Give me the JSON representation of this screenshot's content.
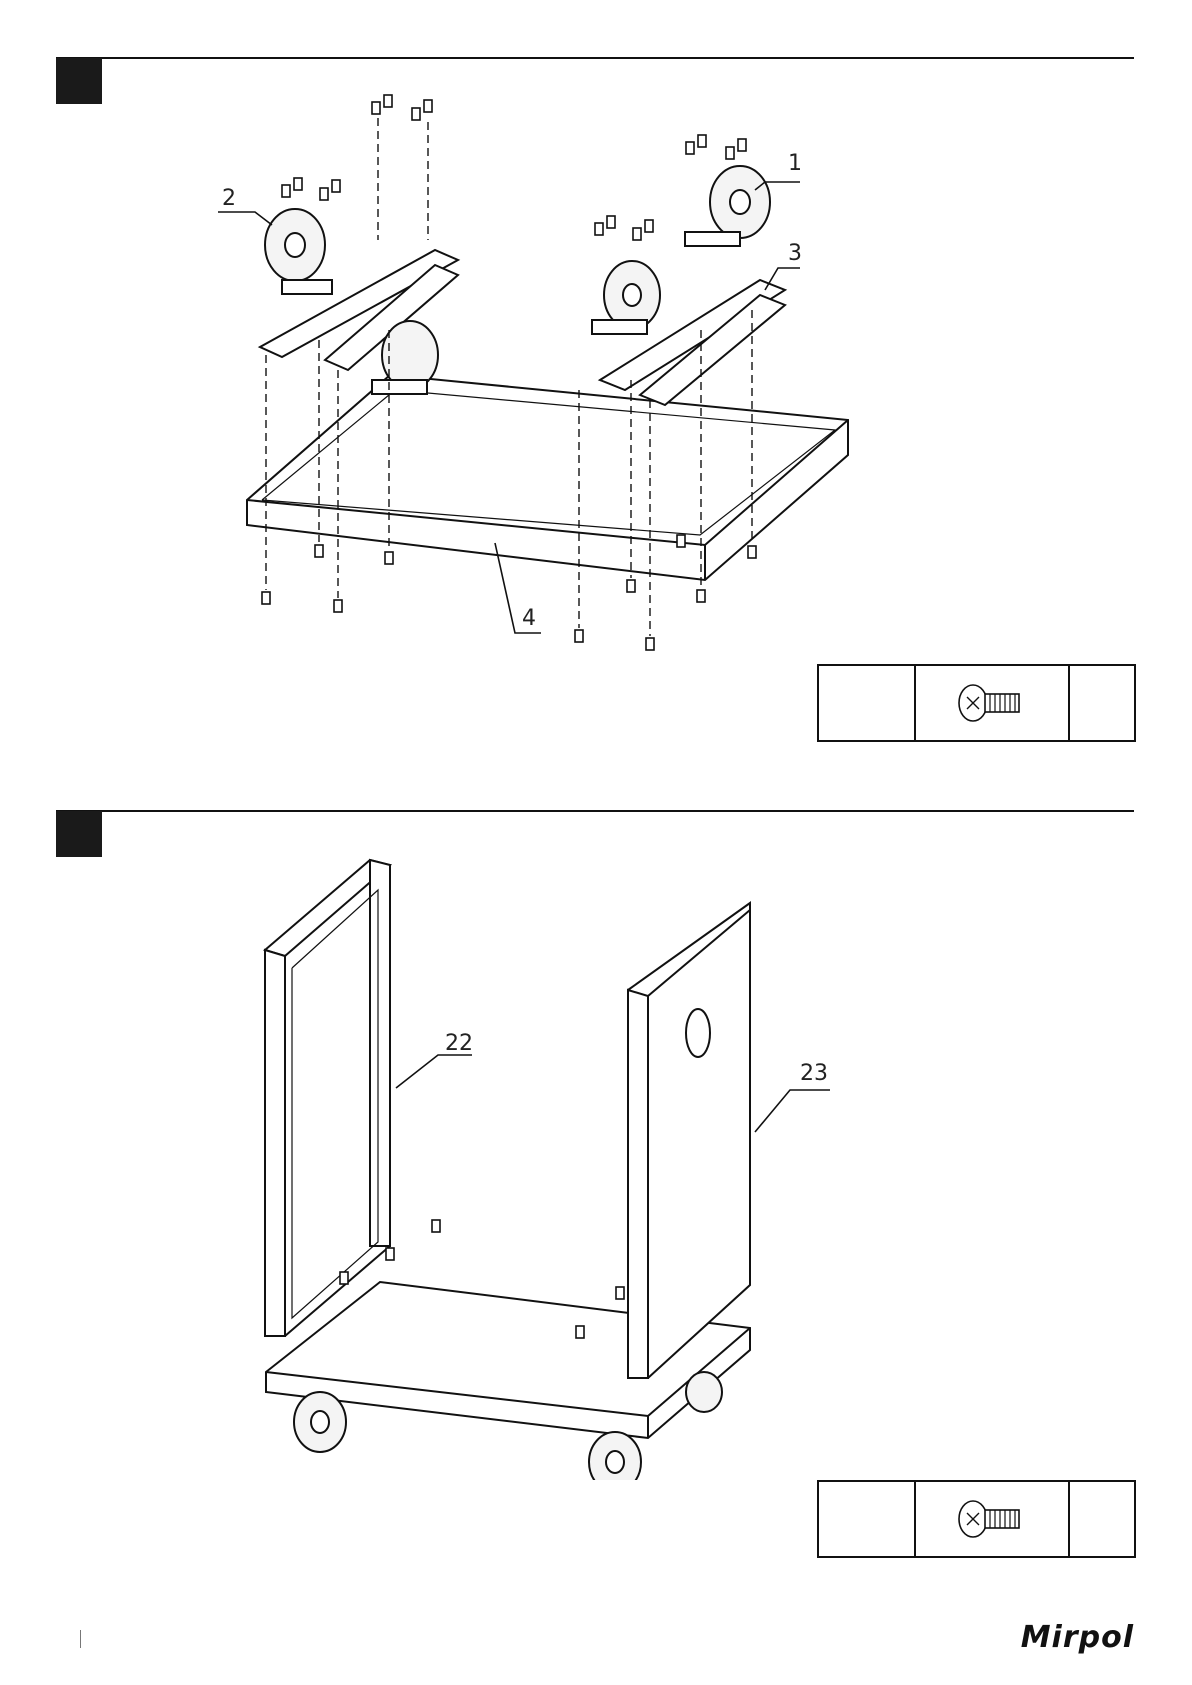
{
  "step1": {
    "callouts": [
      "1",
      "2",
      "3",
      "4"
    ],
    "parts_table": {
      "qty_label": "",
      "code_label": ""
    }
  },
  "step2": {
    "callouts": [
      "22",
      "23"
    ],
    "parts_table": {
      "qty_label": "",
      "code_label": ""
    }
  },
  "footer": {
    "brand": "Mirpol"
  }
}
